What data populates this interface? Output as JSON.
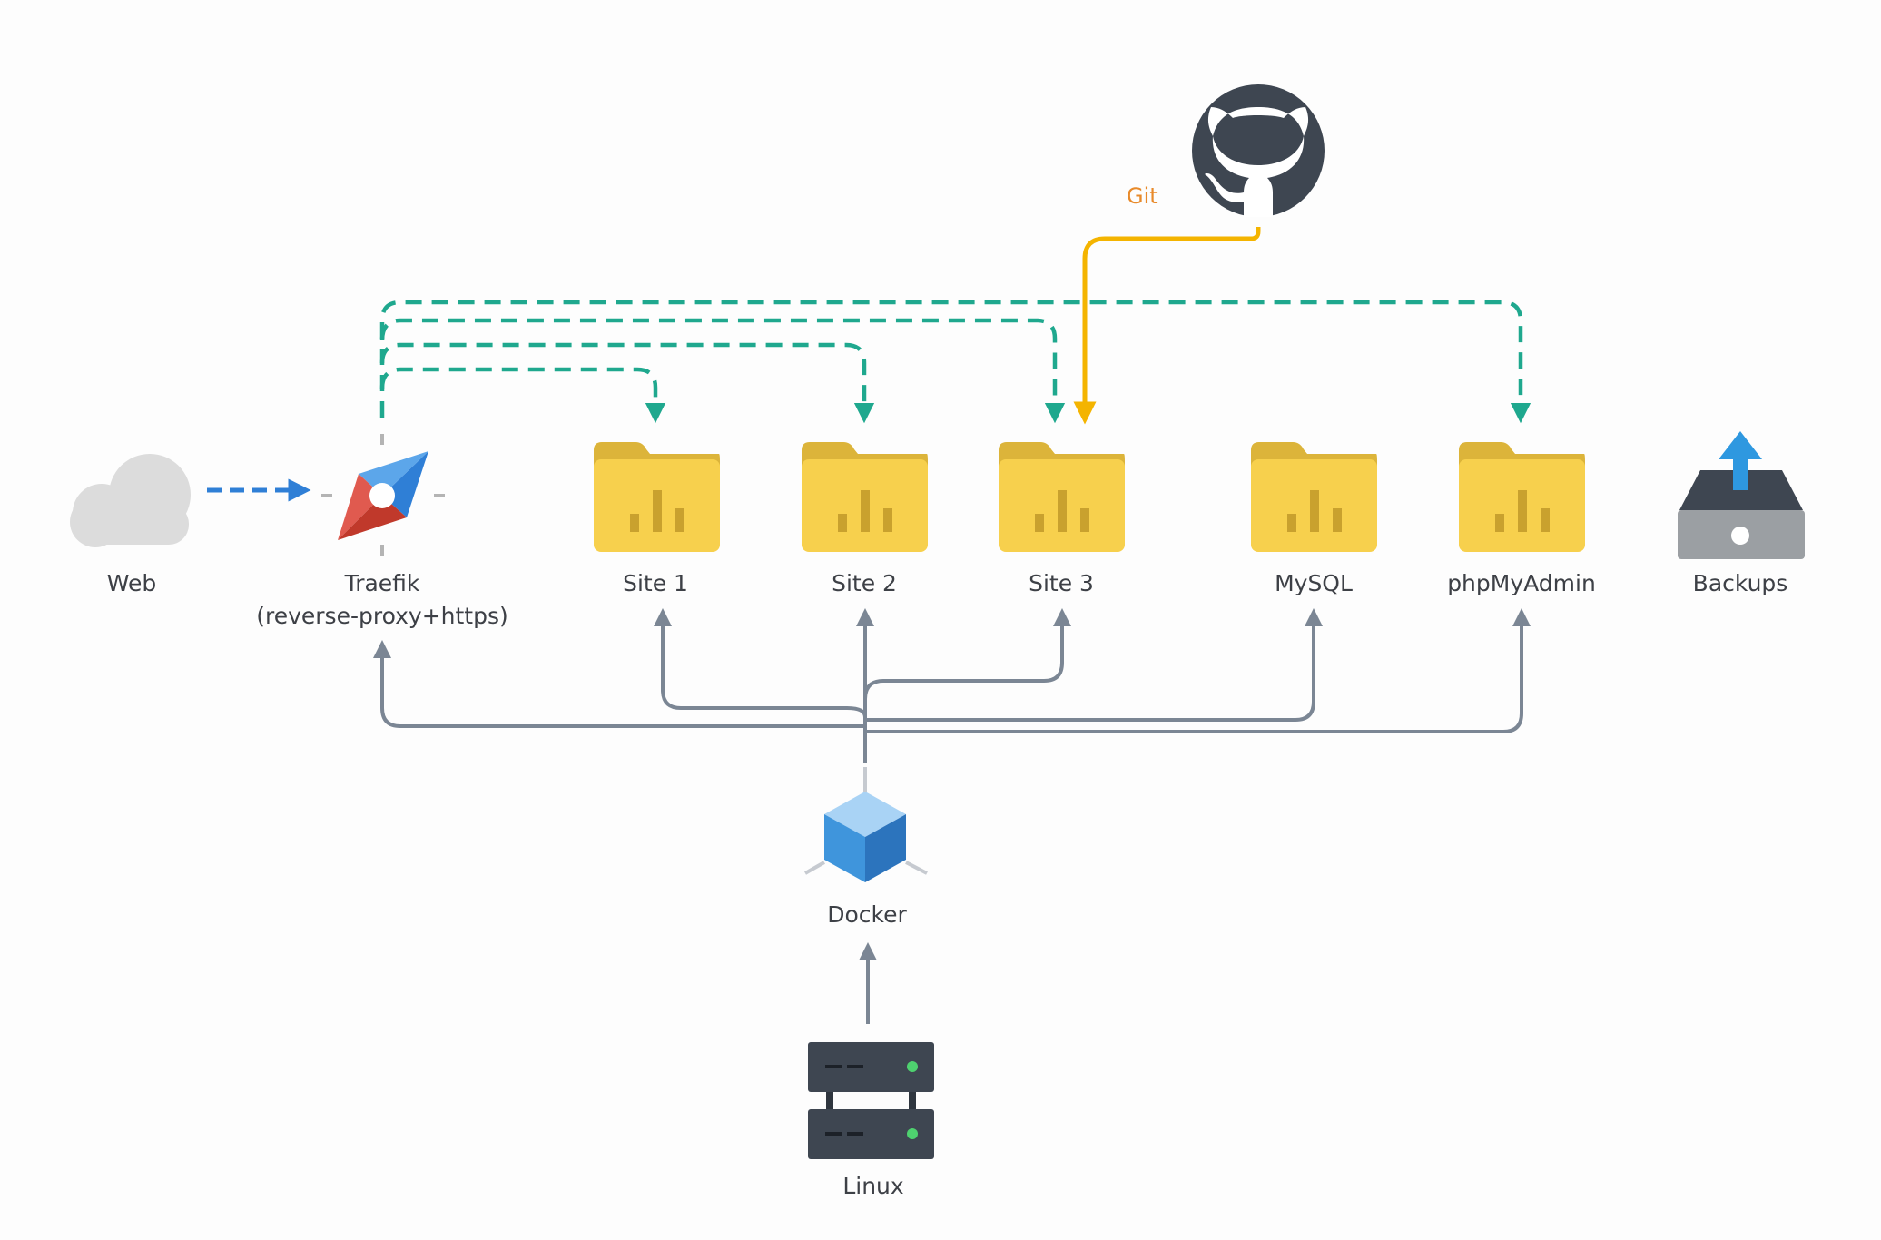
{
  "nodes": {
    "web": {
      "label": "Web",
      "icon": "cloud-icon"
    },
    "traefik": {
      "label": "Traefik",
      "sublabel": "(reverse-proxy+https)",
      "icon": "compass-icon"
    },
    "site1": {
      "label": "Site 1",
      "icon": "folder-icon"
    },
    "site2": {
      "label": "Site 2",
      "icon": "folder-icon"
    },
    "site3": {
      "label": "Site 3",
      "icon": "folder-icon"
    },
    "mysql": {
      "label": "MySQL",
      "icon": "folder-icon"
    },
    "phpmyadmin": {
      "label": "phpMyAdmin",
      "icon": "folder-icon"
    },
    "backups": {
      "label": "Backups",
      "icon": "drive-upload-icon"
    },
    "docker": {
      "label": "Docker",
      "icon": "cube-icon"
    },
    "linux": {
      "label": "Linux",
      "icon": "server-icon"
    },
    "github": {
      "icon": "github-icon"
    }
  },
  "edges": {
    "git_label": "Git"
  },
  "colors": {
    "routing_dashed": "#1fa88e",
    "web_dashed": "#2f7fd6",
    "git_line": "#f4b400",
    "docker_lines": "#7b8694",
    "folder": "#f7d04d",
    "folder_tab": "#dcb43a",
    "folder_bars": "#c9a12e",
    "github": "#3e4651",
    "cloud": "#dcdcdc",
    "backup_arrow": "#2e98e0"
  }
}
